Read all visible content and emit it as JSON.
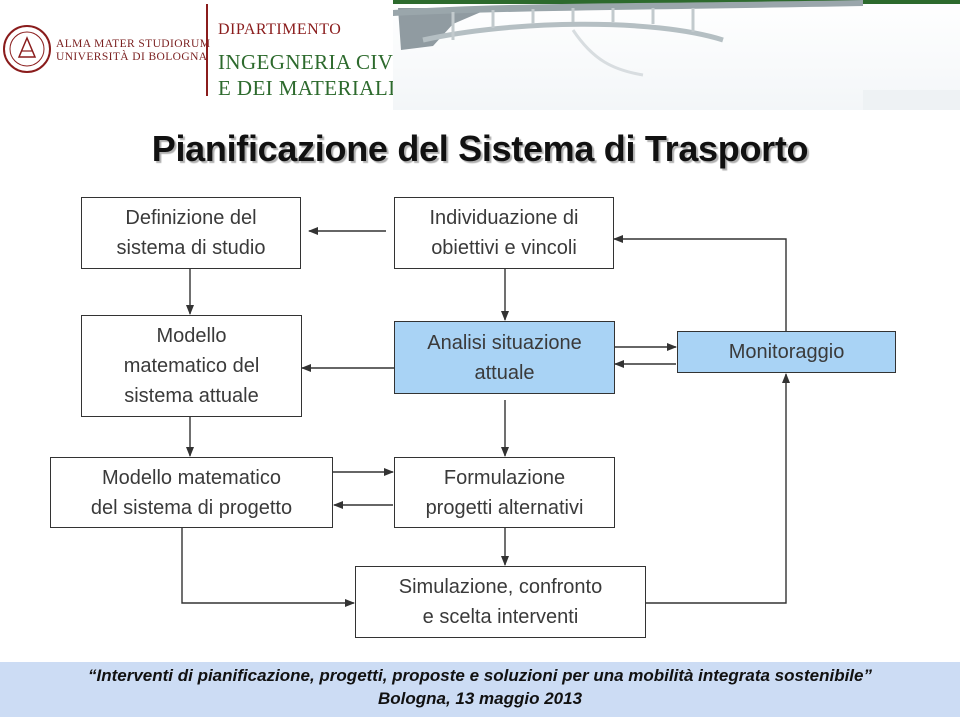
{
  "header": {
    "university": [
      "ALMA MATER STUDIORUM",
      "UNIVERSITÀ DI BOLOGNA"
    ],
    "department_label": "DIPARTIMENTO",
    "department_name": [
      "INGEGNERIA CIVILE, CHIMICA, AMBIENTALE",
      "E DEI MATERIALI - DICAM"
    ]
  },
  "title": "Pianificazione del Sistema di Trasporto",
  "nodes": {
    "definizione": "Definizione del\nsistema di studio",
    "obiettivi": "Individuazione di\nobiettivi e vincoli",
    "modello_attuale": "Modello\nmatematico del\nsistema attuale",
    "analisi": "Analisi situazione\nattuale",
    "monitoraggio": "Monitoraggio",
    "modello_progetto": "Modello matematico\ndel sistema di progetto",
    "formulazione": "Formulazione\nprogetti alternativi",
    "simulazione": "Simulazione, confronto\ne scelta interventi"
  },
  "footer": {
    "line1": "Interventi  di  pianificazione,  progetti, proposte e soluzioni per  una mobilità integrata sostenibile",
    "line2": "Bologna, 13 maggio 2013"
  },
  "colors": {
    "highlight_box": "#a9d3f5",
    "footer_bg": "#ccdcf4",
    "brand_red": "#8a1c1c",
    "brand_green": "#2d6a2d"
  }
}
